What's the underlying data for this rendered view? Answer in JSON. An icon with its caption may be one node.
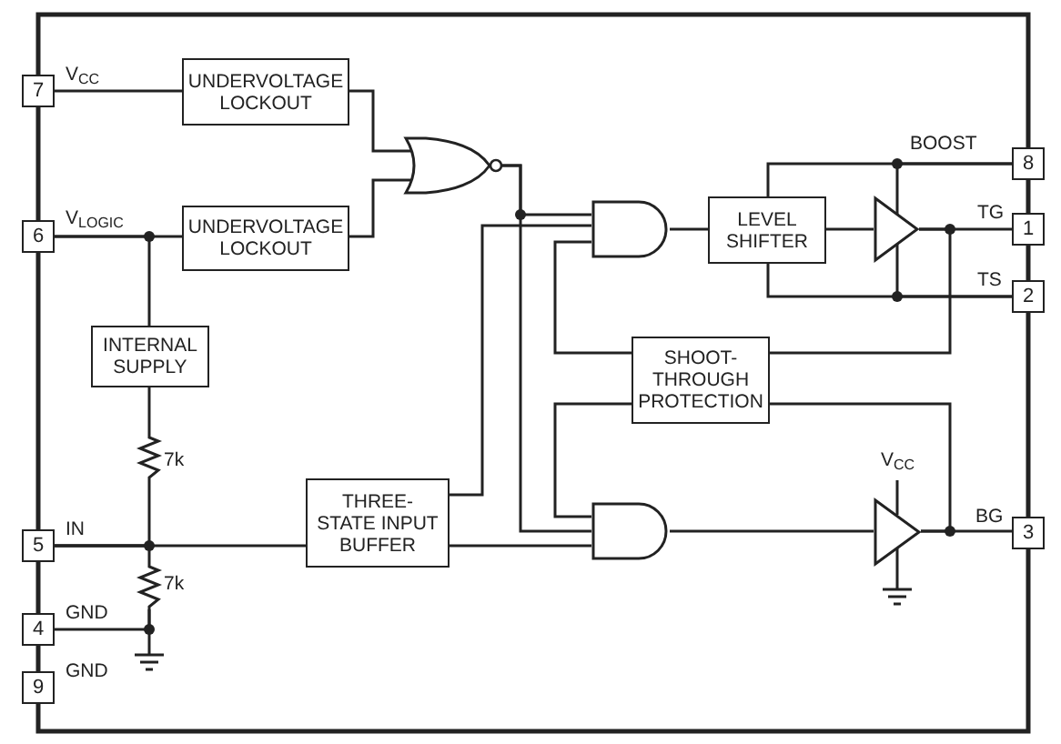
{
  "diagram": {
    "nodes": [
      {
        "text": [
          "7"
        ],
        "beside": [
          "V$_{CC}$"
        ]
      },
      {
        "text": [
          "6"
        ],
        "beside": [
          "V$_{LOGIC}$"
        ]
      },
      {
        "text": [
          "5"
        ],
        "beside": [
          "IN"
        ]
      },
      {
        "text": [
          "4"
        ],
        "beside": [
          "GND"
        ]
      },
      {
        "text": [
          "9"
        ],
        "beside": [
          "GND"
        ]
      },
      {
        "text": [
          "8"
        ],
        "beside": [
          "BOOST"
        ]
      },
      {
        "text": [
          "1"
        ],
        "beside": [
          "TG"
        ]
      },
      {
        "text": [
          "2"
        ],
        "beside": [
          "TS"
        ]
      },
      {
        "text": [
          "3"
        ],
        "beside": [
          "BG"
        ]
      },
      {
        "text": [
          "UNDERVOLTAGE LOCKOUT"
        ]
      },
      {
        "text": [
          "UNDERVOLTAGE LOCKOUT"
        ]
      },
      {
        "text": [
          "INTERNAL SUPPLY"
        ]
      },
      {
        "text": [
          "THREE-STATE INPUT BUFFER"
        ]
      },
      {
        "text": [
          "LEVEL SHIFTER"
        ]
      },
      {
        "text": [
          "SHOOT-THROUGH PROTECTION"
        ]
      },
      {
        "text": [],
        "shape": "gate"
      },
      {
        "text": [],
        "shape": "gate"
      },
      {
        "text": [],
        "shape": "gate"
      },
      {
        "text": [],
        "shape": "triangle"
      },
      {
        "text": [],
        "shape": "triangle"
      },
      {
        "text": [],
        "shape": "resistor",
        "beside": [
          "7k"
        ]
      },
      {
        "text": [],
        "shape": "resistor",
        "beside": [
          "7k"
        ]
      },
      {
        "text": [],
        "shape": "ground"
      },
      {
        "text": [],
        "shape": "ground"
      },
      {
        "text": [
          "V$_{CC}$"
        ]
      }
    ],
    "edges": [
      {
        "from": 0,
        "to": 9,
        "arrow": "none"
      },
      {
        "from": 1,
        "to": 10,
        "arrow": "none"
      },
      {
        "from": 1,
        "to": 11,
        "arrow": "none"
      },
      {
        "from": 9,
        "to": 15,
        "arrow": "none"
      },
      {
        "from": 10,
        "to": 15,
        "arrow": "none"
      },
      {
        "from": 11,
        "to": 20,
        "arrow": "none"
      },
      {
        "from": 20,
        "to": 2,
        "arrow": "none"
      },
      {
        "from": 21,
        "to": 2,
        "arrow": "none"
      },
      {
        "from": 2,
        "to": 12,
        "arrow": "none"
      },
      {
        "from": 21,
        "to": 3,
        "arrow": "none"
      },
      {
        "from": 21,
        "to": 22,
        "arrow": "none"
      },
      {
        "from": 15,
        "to": 16,
        "arrow": "none"
      },
      {
        "from": 15,
        "to": 17,
        "arrow": "none"
      },
      {
        "from": 12,
        "to": 16,
        "arrow": "none"
      },
      {
        "from": 12,
        "to": 17,
        "arrow": "none"
      },
      {
        "from": 14,
        "to": 16,
        "arrow": "none"
      },
      {
        "from": 14,
        "to": 17,
        "arrow": "none"
      },
      {
        "from": 16,
        "to": 13,
        "arrow": "none"
      },
      {
        "from": 13,
        "to": 18,
        "arrow": "none"
      },
      {
        "from": 18,
        "to": 6,
        "arrow": "none"
      },
      {
        "from": 13,
        "to": 5,
        "arrow": "none"
      },
      {
        "from": 13,
        "to": 7,
        "arrow": "none"
      },
      {
        "from": 18,
        "to": 5,
        "arrow": "none"
      },
      {
        "from": 18,
        "to": 7,
        "arrow": "none"
      },
      {
        "from": 18,
        "to": 14,
        "arrow": "none"
      },
      {
        "from": 17,
        "to": 19,
        "arrow": "none"
      },
      {
        "from": 19,
        "to": 8,
        "arrow": "none"
      },
      {
        "from": 19,
        "to": 14,
        "arrow": "none"
      },
      {
        "from": 24,
        "to": 19,
        "arrow": "none"
      },
      {
        "from": 19,
        "to": 23,
        "arrow": "none"
      }
    ]
  }
}
